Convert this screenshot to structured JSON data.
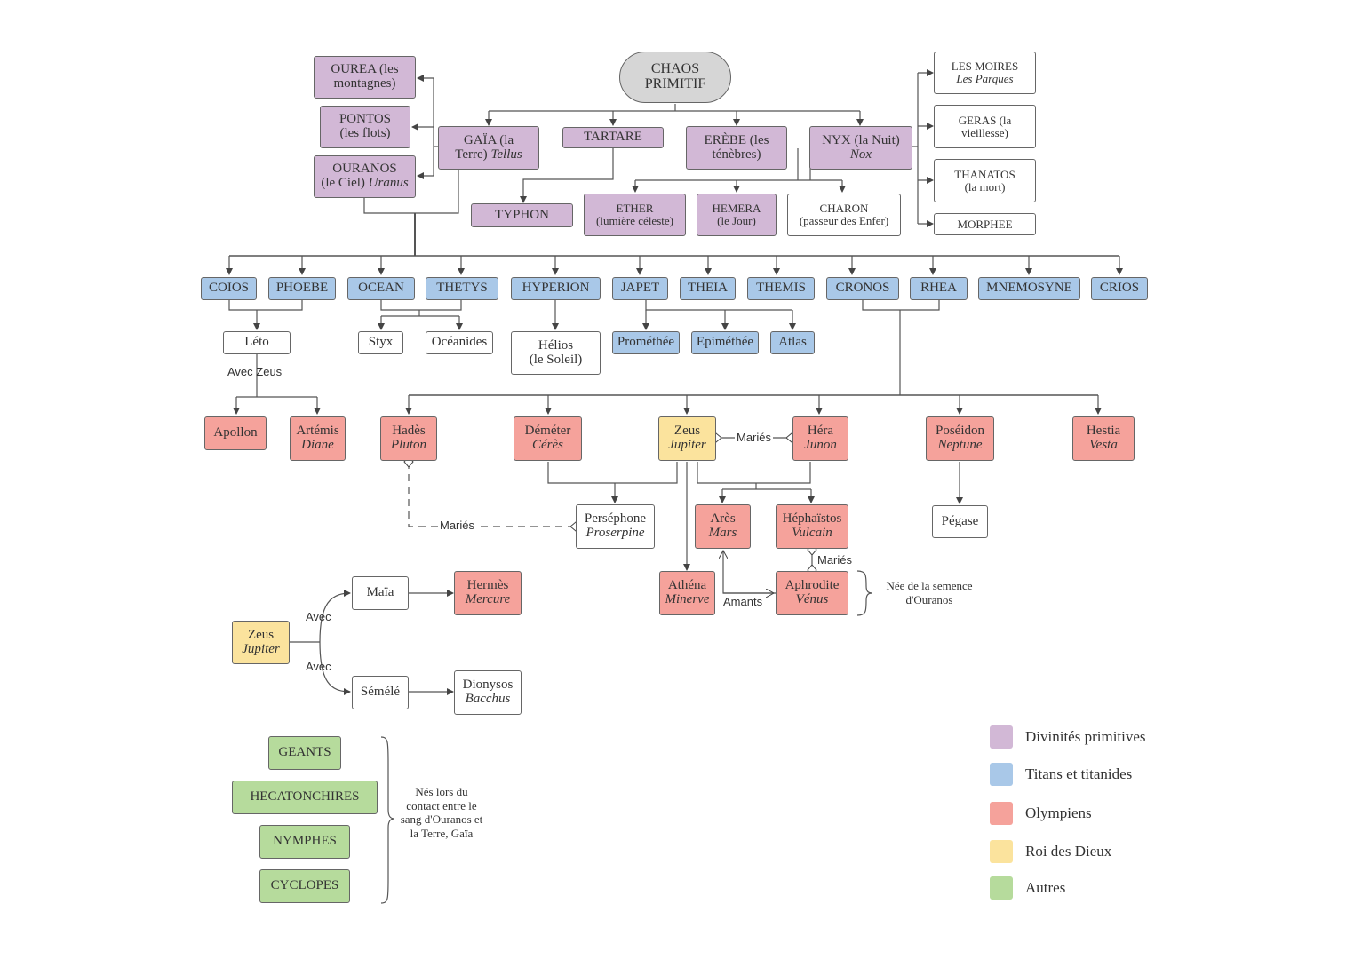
{
  "nodes": {
    "chaos": {
      "l1": "CHAOS",
      "l2": "PRIMITIF"
    },
    "ourea": {
      "l1": "OUREA (les",
      "l2": "montagnes)"
    },
    "pontos": {
      "l1": "PONTOS",
      "l2": "(les flots)"
    },
    "ouranos": {
      "l1": "OURANOS",
      "l2a": "(le Ciel) ",
      "l2b": "Uranus"
    },
    "gaia": {
      "l1": "GAÏA (la",
      "l2a": "Terre) ",
      "l2b": "Tellus"
    },
    "tartare": {
      "l1": "TARTARE"
    },
    "erebe": {
      "l1": "ERÈBE (les",
      "l2": "ténèbres)"
    },
    "nyx": {
      "l1": "NYX (la Nuit)",
      "l2": "Nox"
    },
    "moires": {
      "l1": "LES MOIRES",
      "l2": "Les Parques"
    },
    "geras": {
      "l1": "GERAS (la",
      "l2": "vieillesse)"
    },
    "thanatos": {
      "l1": "THANATOS",
      "l2": "(la mort)"
    },
    "morphee": {
      "l1": "MORPHEE"
    },
    "typhon": {
      "l1": "TYPHON"
    },
    "ether": {
      "l1": "ETHER",
      "l2": "(lumière céleste)"
    },
    "hemera": {
      "l1": "HEMERA",
      "l2": "(le Jour)"
    },
    "charon": {
      "l1": "CHARON",
      "l2": "(passeur des Enfer)"
    },
    "coios": {
      "l1": "COIOS"
    },
    "phoebe": {
      "l1": "PHOEBE"
    },
    "ocean": {
      "l1": "OCEAN"
    },
    "thetys": {
      "l1": "THETYS"
    },
    "hyperion": {
      "l1": "HYPERION"
    },
    "japet": {
      "l1": "JAPET"
    },
    "theia": {
      "l1": "THEIA"
    },
    "themis": {
      "l1": "THEMIS"
    },
    "cronos": {
      "l1": "CRONOS"
    },
    "rhea": {
      "l1": "RHEA"
    },
    "mnemosyne": {
      "l1": "MNEMOSYNE"
    },
    "crios": {
      "l1": "CRIOS"
    },
    "leto": {
      "l1": "Léto"
    },
    "styx": {
      "l1": "Styx"
    },
    "oceanides": {
      "l1": "Océanides"
    },
    "helios": {
      "l1": "Hélios",
      "l2": "(le Soleil)"
    },
    "promethee": {
      "l1": "Prométhée"
    },
    "epimethee": {
      "l1": "Epiméthée"
    },
    "atlas": {
      "l1": "Atlas"
    },
    "apollon": {
      "l1": "Apollon"
    },
    "artemis": {
      "l1": "Artémis",
      "l2": "Diane"
    },
    "hades": {
      "l1": "Hadès",
      "l2": "Pluton"
    },
    "demeter": {
      "l1": "Déméter",
      "l2": "Cérès"
    },
    "zeus": {
      "l1": "Zeus",
      "l2": "Jupiter"
    },
    "hera": {
      "l1": "Héra",
      "l2": "Junon"
    },
    "poseidon": {
      "l1": "Poséidon",
      "l2": "Neptune"
    },
    "hestia": {
      "l1": "Hestia",
      "l2": "Vesta"
    },
    "persephone": {
      "l1": "Perséphone",
      "l2": "Proserpine"
    },
    "ares": {
      "l1": "Arès",
      "l2": "Mars"
    },
    "hephaistos": {
      "l1": "Héphaïstos",
      "l2": "Vulcain"
    },
    "pegase": {
      "l1": "Pégase"
    },
    "athena": {
      "l1": "Athéna",
      "l2": "Minerve"
    },
    "aphrodite": {
      "l1": "Aphrodite",
      "l2": "Vénus"
    },
    "maia": {
      "l1": "Maïa"
    },
    "hermes": {
      "l1": "Hermès",
      "l2": "Mercure"
    },
    "zeus2": {
      "l1": "Zeus",
      "l2": "Jupiter"
    },
    "semele": {
      "l1": "Sémélé"
    },
    "dionysos": {
      "l1": "Dionysos",
      "l2": "Bacchus"
    },
    "geants": {
      "l1": "GEANTS"
    },
    "hecatonchires": {
      "l1": "HECATONCHIRES"
    },
    "nymphes": {
      "l1": "NYMPHES"
    },
    "cyclopes": {
      "l1": "CYCLOPES"
    }
  },
  "labels": {
    "avec_zeus": "Avec Zeus",
    "maries_zeus_hera": "Mariés",
    "maries_hades": "Mariés",
    "maries_heph": "Mariés",
    "amants": "Amants",
    "avec_maia": "Avec",
    "avec_semele": "Avec"
  },
  "notes": {
    "ouranos_semence": "Née de la semence d'Ouranos",
    "nes_contact": "Nés lors du contact entre le sang d'Ouranos et la Terre, Gaïa"
  },
  "legend": [
    {
      "label": "Divinités primitives",
      "color": "#d2b8d6"
    },
    {
      "label": "Titans et titanides",
      "color": "#a9c8e8"
    },
    {
      "label": "Olympiens",
      "color": "#f5a29b"
    },
    {
      "label": "Roi des Dieux",
      "color": "#fbe39d"
    },
    {
      "label": "Autres",
      "color": "#b6db9c"
    }
  ]
}
